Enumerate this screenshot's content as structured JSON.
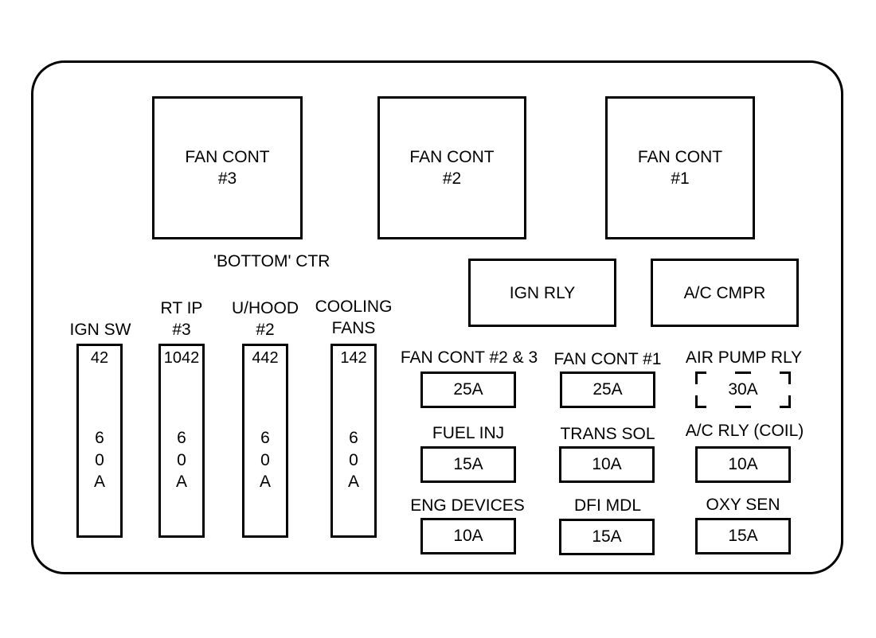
{
  "relays_large": [
    {
      "line1": "FAN CONT",
      "line2": "#3"
    },
    {
      "line1": "FAN CONT",
      "line2": "#2"
    },
    {
      "line1": "FAN CONT",
      "line2": "#1"
    }
  ],
  "bottom_ctr_label": "'BOTTOM'  CTR",
  "relays_small": [
    {
      "label": "IGN RLY"
    },
    {
      "label": "A/C CMPR"
    }
  ],
  "maxi_fuses": [
    {
      "title_line1": "",
      "title_line2": "IGN SW",
      "code": "42",
      "amp": [
        "6",
        "0",
        "A"
      ]
    },
    {
      "title_line1": "RT IP",
      "title_line2": "#3",
      "code": "1042",
      "amp": [
        "6",
        "0",
        "A"
      ]
    },
    {
      "title_line1": "U/HOOD",
      "title_line2": "#2",
      "code": "442",
      "amp": [
        "6",
        "0",
        "A"
      ]
    },
    {
      "title_line1": "COOLING",
      "title_line2": "FANS",
      "code": "142",
      "amp": [
        "6",
        "0",
        "A"
      ]
    }
  ],
  "mini_fuses": [
    {
      "label": "FAN CONT #2 & 3",
      "rating": "25A"
    },
    {
      "label": "FAN CONT #1",
      "rating": "25A"
    },
    {
      "label": "AIR PUMP RLY",
      "rating": "30A"
    },
    {
      "label": "FUEL INJ",
      "rating": "15A"
    },
    {
      "label": "TRANS SOL",
      "rating": "10A"
    },
    {
      "label": "A/C RLY (COIL)",
      "rating": "10A"
    },
    {
      "label": "ENG DEVICES",
      "rating": "10A"
    },
    {
      "label": "DFI MDL",
      "rating": "15A"
    },
    {
      "label": "OXY SEN",
      "rating": "15A"
    }
  ]
}
